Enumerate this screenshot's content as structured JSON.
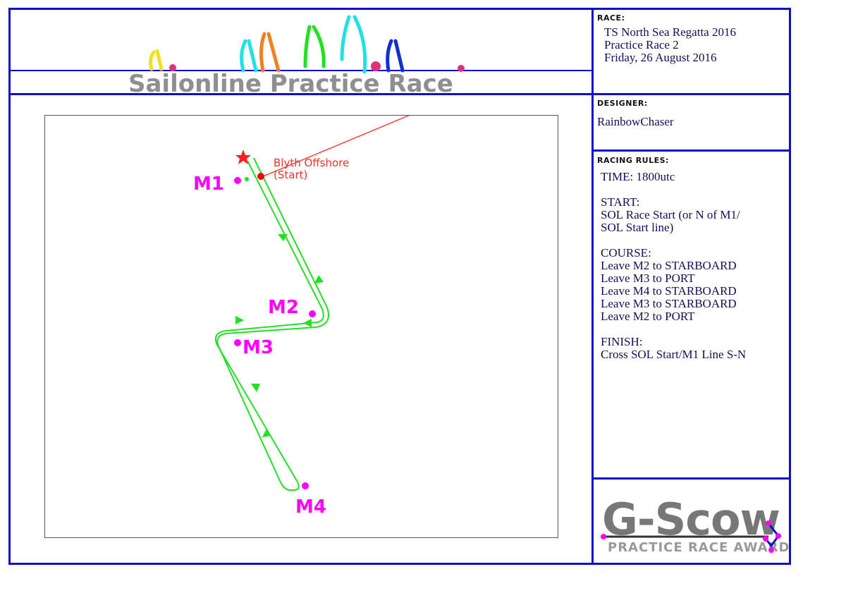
{
  "header": {
    "title": "Sailonline Practice Race"
  },
  "race": {
    "label": "RACE:",
    "line1": "TS North Sea Regatta 2016",
    "line2": "Practice Race 2",
    "line3": "Friday, 26 August 2016"
  },
  "designer": {
    "label": "DESIGNER:",
    "name": "RainbowChaser"
  },
  "rules": {
    "label": "RACING RULES:",
    "time": "TIME: 1800utc",
    "start_heading": "START:",
    "start_line1": "SOL Race Start (or N of M1/",
    "start_line2": "SOL Start line)",
    "course_heading": "COURSE:",
    "course": [
      "Leave M2 to STARBOARD",
      "Leave M3 to PORT",
      "Leave M4 to STARBOARD",
      "Leave M3 to STARBOARD",
      "Leave M2 to PORT"
    ],
    "finish_heading": "FINISH:",
    "finish_line": "Cross SOL Start/M1 Line S-N"
  },
  "map": {
    "start_label_line1": "Blyth Offshore",
    "start_label_line2": "(Start)",
    "marks": [
      "M1",
      "M2",
      "M3",
      "M4"
    ],
    "colors": {
      "course": "#22e022",
      "marks": "#ff00ff",
      "start": "#ff2a2a"
    }
  },
  "award": {
    "title": "G-Scow",
    "subtitle": "PRACTICE RACE AWARD"
  }
}
